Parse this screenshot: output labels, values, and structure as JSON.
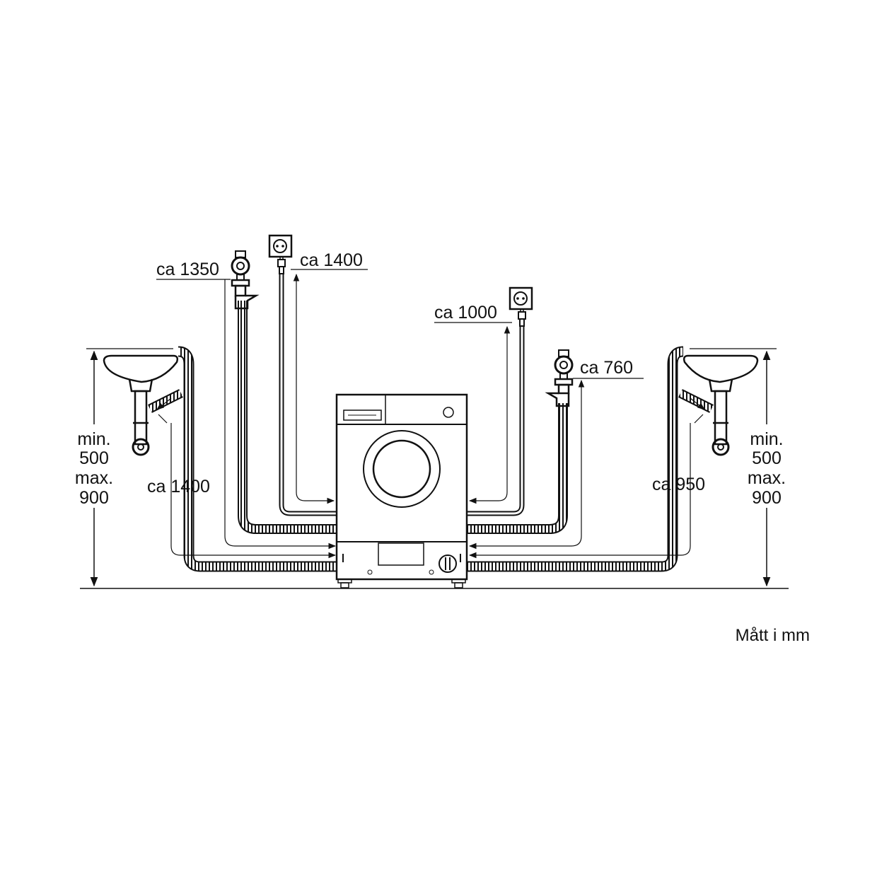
{
  "labels": {
    "inlet_left": "ca 1350",
    "power_left": "ca 1400",
    "power_right": "ca 1000",
    "inlet_right": "ca 760",
    "drain_left": "ca 1400",
    "drain_right": "ca 950",
    "height_left": [
      "min.",
      "500",
      "max.",
      "900"
    ],
    "height_right": [
      "min.",
      "500",
      "max.",
      "900"
    ]
  },
  "units_note": "Mått i mm"
}
